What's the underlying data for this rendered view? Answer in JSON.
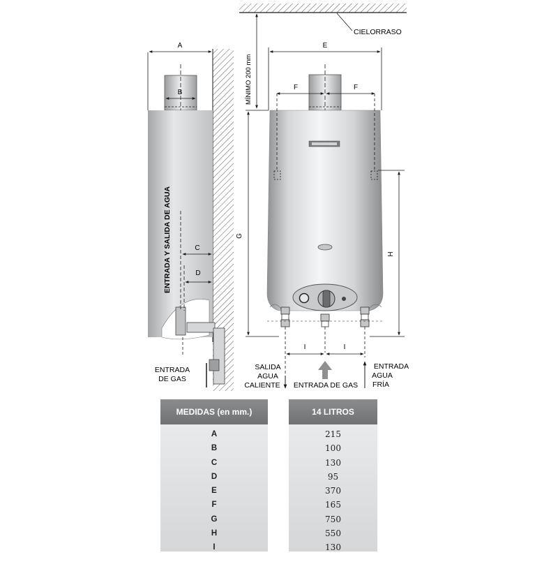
{
  "diagram": {
    "ceiling_label": "CIELORRASO",
    "min_label": "MÍNIMO 200 mm",
    "side_label": "ENTRADA Y SALIDA DE AGUA",
    "gas_left_line1": "ENTRADA",
    "gas_left_line2": "DE GAS",
    "hot_line1": "SALIDA",
    "hot_line2": "AGUA",
    "hot_line3": "CALIENTE",
    "gas_center": "ENTRADA DE GAS",
    "cold_line1": "ENTRADA",
    "cold_line2": "AGUA",
    "cold_line3": "FRÍA",
    "dim_letters": {
      "A": "A",
      "B": "B",
      "C": "C",
      "D": "D",
      "E": "E",
      "F": "F",
      "G": "G",
      "H": "H",
      "I": "I"
    }
  },
  "table": {
    "header_left": "MEDIDAS (en mm.)",
    "header_right": "14 LITROS",
    "rows": [
      {
        "label": "A",
        "value": "215"
      },
      {
        "label": "B",
        "value": "100"
      },
      {
        "label": "C",
        "value": "130"
      },
      {
        "label": "D",
        "value": "95"
      },
      {
        "label": "E",
        "value": "370"
      },
      {
        "label": "F",
        "value": "165"
      },
      {
        "label": "G",
        "value": "750"
      },
      {
        "label": "H",
        "value": "550"
      },
      {
        "label": "I",
        "value": "130"
      }
    ]
  },
  "colors": {
    "line": "#1a1a1a",
    "header_bg": "#7c7e80",
    "body_bg": "#dcdddf"
  }
}
